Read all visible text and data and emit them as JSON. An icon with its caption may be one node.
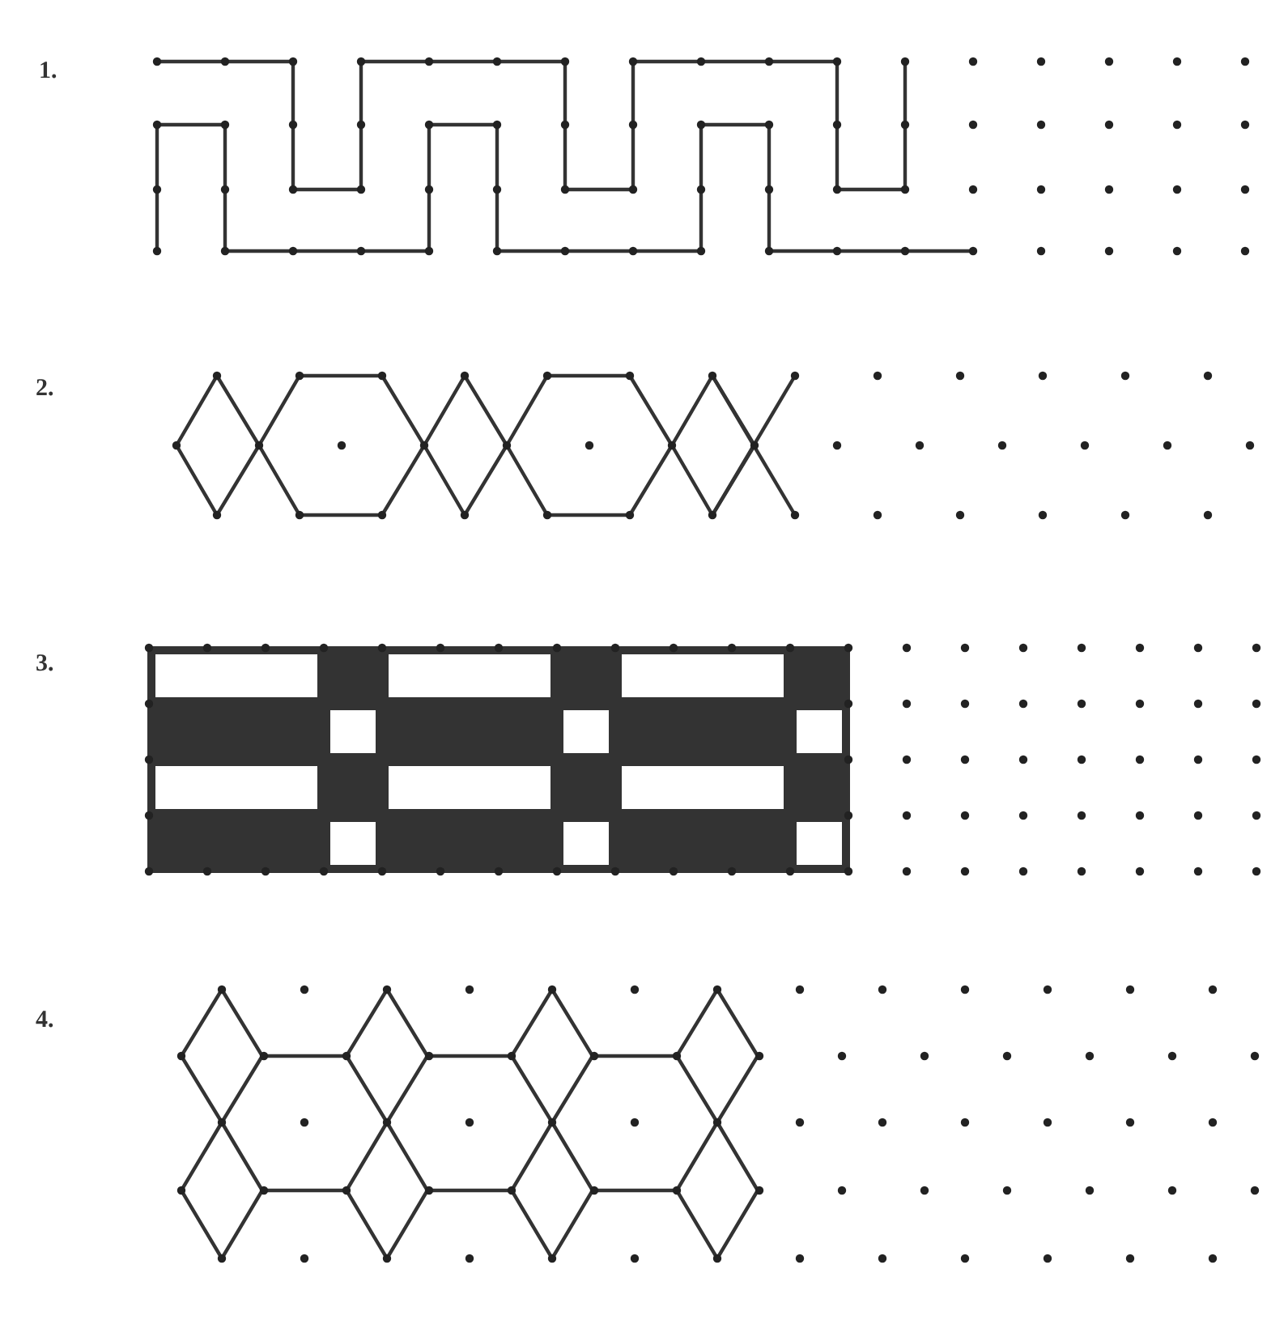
{
  "diagram": {
    "labels": [
      "1.",
      "2.",
      "3.",
      "4."
    ]
  }
}
